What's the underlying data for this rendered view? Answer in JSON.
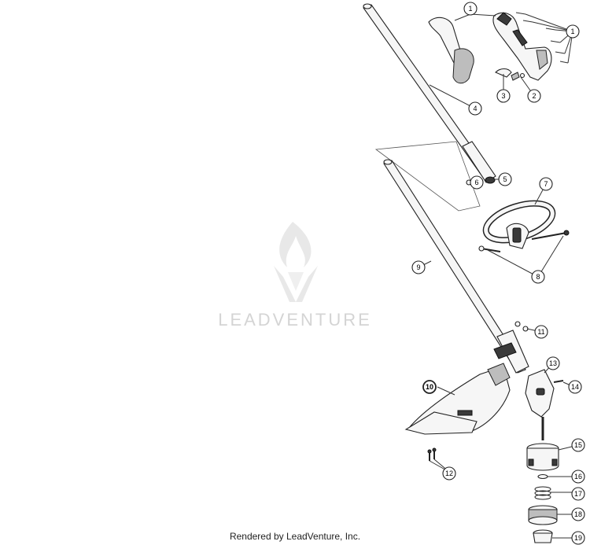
{
  "watermark": {
    "text": "LEADVENTURE"
  },
  "footer": {
    "text": "Rendered by LeadVenture, Inc."
  },
  "callouts": [
    "1",
    "2",
    "3",
    "4",
    "5",
    "6",
    "7",
    "8",
    "9",
    "10",
    "11",
    "12",
    "13",
    "14",
    "15",
    "16",
    "17",
    "18",
    "19"
  ]
}
